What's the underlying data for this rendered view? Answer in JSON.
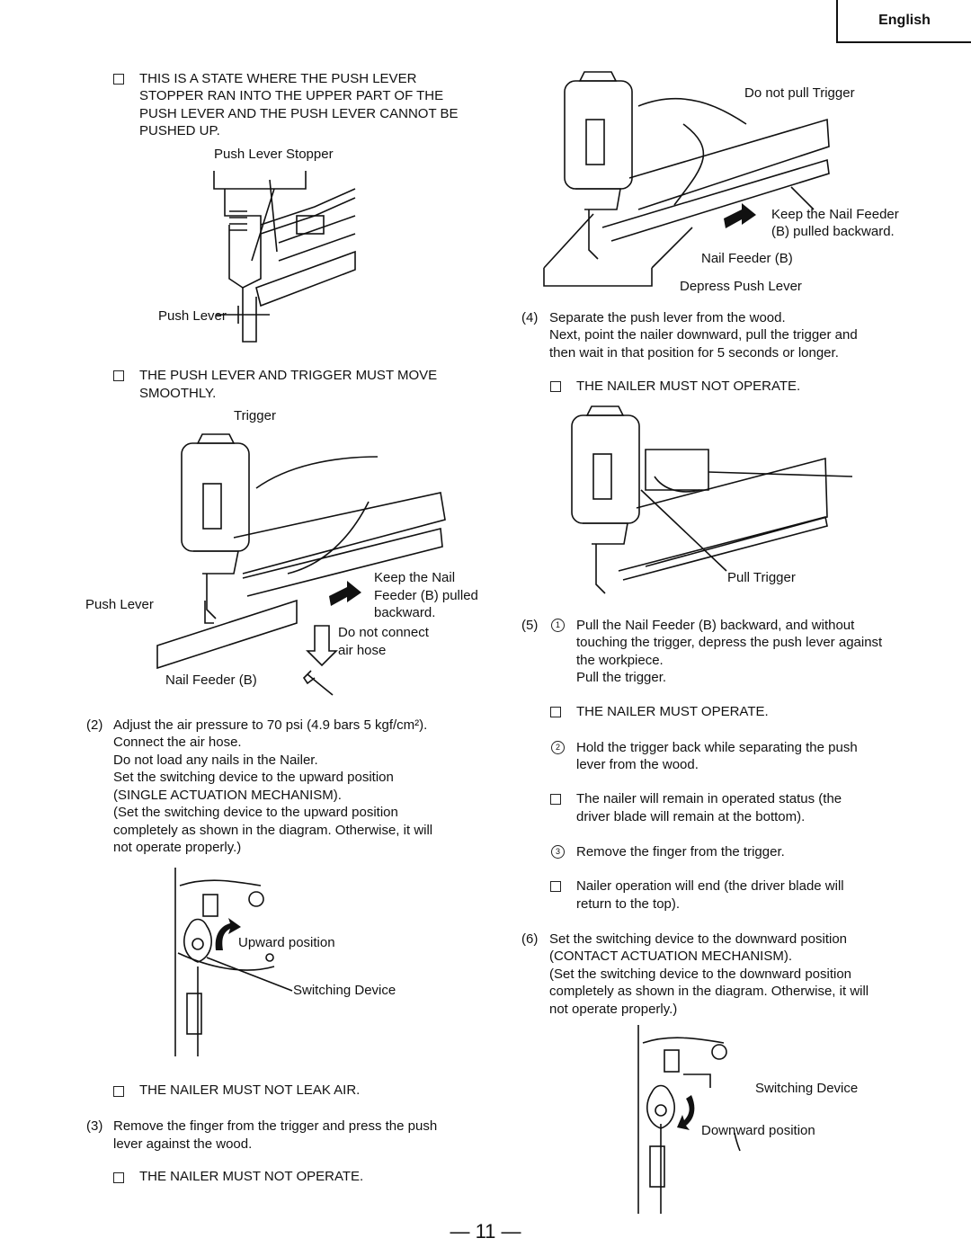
{
  "language_tab": "English",
  "page_number": "— 11 —",
  "left": {
    "check1_lines": [
      "THIS IS A STATE WHERE THE PUSH LEVER",
      "STOPPER RAN INTO THE UPPER PART OF THE",
      "PUSH LEVER AND THE PUSH LEVER CANNOT BE",
      "PUSHED UP."
    ],
    "fig1_label_stopper": "Push Lever Stopper",
    "fig1_label_lever": "Push Lever",
    "check2_lines": [
      "THE PUSH LEVER AND TRIGGER MUST MOVE",
      "SMOOTHLY."
    ],
    "fig2_label_trigger": "Trigger",
    "fig2_label_keep": [
      "Keep the Nail",
      "Feeder (B) pulled",
      "backward."
    ],
    "fig2_label_lever": "Push Lever",
    "fig2_label_noair": [
      "Do not connect",
      "air hose"
    ],
    "fig2_label_feeder": "Nail Feeder (B)",
    "step2_num": "(2)",
    "step2_lines": [
      "Adjust the air pressure to 70 psi (4.9 bars  5 kgf/cm²).",
      "Connect the air hose.",
      "Do not load any nails in the Nailer.",
      "Set the switching device to the upward position",
      "(SINGLE ACTUATION MECHANISM).",
      "(Set the switching device to the upward position",
      "completely as shown in the diagram. Otherwise, it will",
      "not operate properly.)"
    ],
    "fig3_label_up": "Upward position",
    "fig3_label_switch": "Switching Device",
    "check3": "THE NAILER MUST NOT LEAK AIR.",
    "step3_num": "(3)",
    "step3_lines": [
      "Remove the finger from the trigger and press the push",
      "lever against the wood."
    ],
    "check4": "THE NAILER MUST NOT OPERATE."
  },
  "right": {
    "fig4_label_nopull": "Do not pull Trigger",
    "fig4_label_keep": [
      "Keep the Nail Feeder",
      "(B) pulled backward."
    ],
    "fig4_label_feeder": "Nail Feeder (B)",
    "fig4_label_depress": "Depress Push Lever",
    "step4_num": "(4)",
    "step4_lines": [
      "Separate the push lever from the wood.",
      "Next, point the nailer downward, pull the trigger and",
      "then wait in that position for 5 seconds or longer."
    ],
    "check5": "THE NAILER MUST NOT OPERATE.",
    "fig5_label_pull": "Pull Trigger",
    "step5_num": "(5)",
    "step5_c1": "1",
    "step5_1_lines": [
      "Pull the Nail Feeder (B) backward, and without",
      "touching the trigger, depress the push lever against",
      "the workpiece.",
      "Pull the trigger."
    ],
    "check6": "THE NAILER MUST OPERATE.",
    "step5_c2": "2",
    "step5_2_lines": [
      "Hold the trigger back while separating the push",
      "lever from the wood."
    ],
    "check7_lines": [
      "The nailer will remain in operated status (the",
      "driver blade will remain at the bottom)."
    ],
    "step5_c3": "3",
    "step5_3": "Remove the finger from the trigger.",
    "check8_lines": [
      "Nailer operation will end (the driver blade will",
      "return to the top)."
    ],
    "step6_num": "(6)",
    "step6_lines": [
      "Set the switching device to the downward position",
      "(CONTACT ACTUATION MECHANISM).",
      "(Set the switching device to the downward position",
      "completely as shown in the diagram. Otherwise, it will",
      "not operate properly.)"
    ],
    "fig6_label_switch": "Switching Device",
    "fig6_label_down": "Downward position"
  }
}
